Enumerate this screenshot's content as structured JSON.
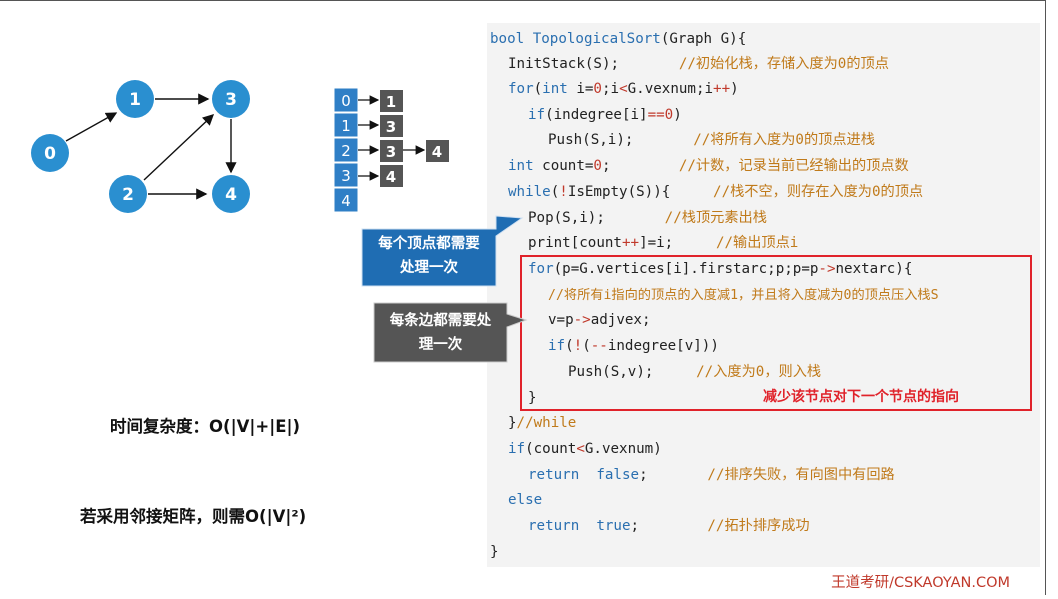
{
  "graph": {
    "nodes": [
      {
        "label": "0"
      },
      {
        "label": "1"
      },
      {
        "label": "2"
      },
      {
        "label": "3"
      },
      {
        "label": "4"
      }
    ]
  },
  "adjacency_list": {
    "heads": [
      "0",
      "1",
      "2",
      "3",
      "4"
    ],
    "entries": [
      "1",
      "3",
      "3",
      "4",
      "4"
    ]
  },
  "code_lines": [
    "bool TopologicalSort(Graph G){",
    "  InitStack(S);        //初始化栈，存储入度为0的顶点",
    "  for(int i=0;i<G.vexnum;i++)",
    "    if(indegree[i]==0)",
    "      Push(S,i);       //将所有入度为0的顶点进栈",
    "  int count=0;         //计数，记录当前已经输出的顶点数",
    "  while(!IsEmpty(S)){     //栈不空，则存在入度为0的顶点",
    "    Pop(S,i);       //栈顶元素出栈",
    "    print[count++]=i;     //输出顶点i",
    "    for(p=G.vertices[i].firstarc;p;p=p->nextarc){",
    "      //将所有i指向的顶点的入度减1，并且将入度减为0的顶点压入栈S",
    "      v=p->adjvex;",
    "      if(!(--indegree[v]))",
    "        Push(S,v);     //入度为0，则入栈",
    "      }",
    "  }//while",
    "  if(count<G.vexnum)",
    "    return  false;       //排序失败，有向图中有回路",
    "  else",
    "    return  true;        //拓扑排序成功",
    "}"
  ],
  "callouts": {
    "vertex_line1": "每个顶点都需要",
    "vertex_line2": "处理一次",
    "edge_line1": "每条边都需要处",
    "edge_line2": "理一次"
  },
  "red_note": "减少该节点对下一个节点的指向",
  "complexity": "时间复杂度：O(|V|+|E|)",
  "matrix_note": "若采用邻接矩阵，则需O(|V|²)",
  "footer": "王道考研/CSKAOYAN.COM",
  "colors": {
    "node_blue": "#2a8fd0",
    "list_head_blue": "#2f7fc6",
    "list_entry_gray": "#555555",
    "callout_blue": "#1f6db3",
    "callout_gray": "#555555",
    "highlight_red": "#e0222a"
  }
}
